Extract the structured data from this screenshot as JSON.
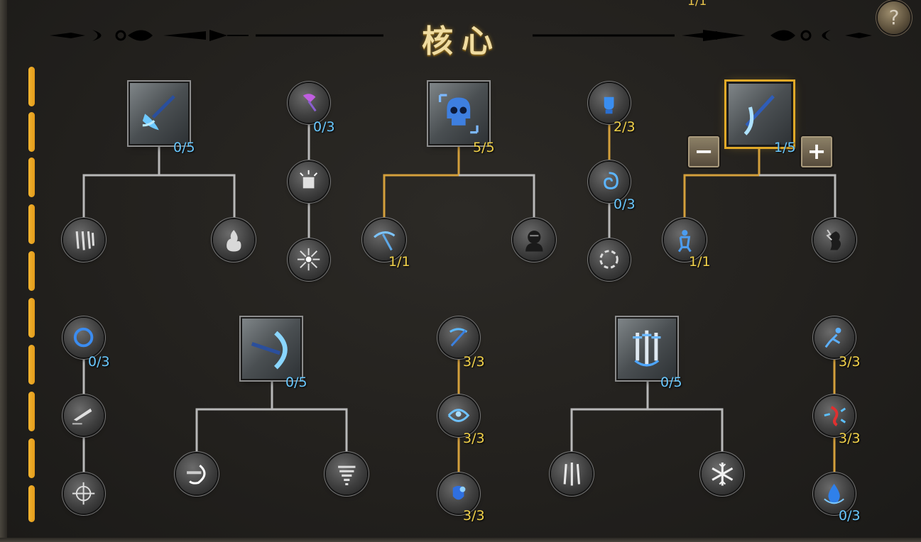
{
  "header": {
    "title": "核心",
    "top_counter": "1/1",
    "help_label": "?"
  },
  "colors": {
    "active_line": "#d4a03c",
    "inactive_line": "#b8b8b8",
    "count_blue": "#69c8ff",
    "count_gold": "#f2d24a",
    "rail": "#f2b430"
  },
  "controls": {
    "minus_label": "−",
    "plus_label": "+"
  },
  "skills": {
    "row1": {
      "blade_wave": {
        "icon": "blue-sword-slash-icon",
        "points": "0/5"
      },
      "arcane_axe": {
        "icon": "purple-axe-icon",
        "points": "0/3"
      },
      "crushing_fist": {
        "icon": "gray-fist-impact-icon"
      },
      "shatter_burst": {
        "icon": "gray-shatter-burst-icon"
      },
      "skull_mark": {
        "icon": "blue-skull-icon",
        "points": "5/5"
      },
      "raised_fist": {
        "icon": "blue-raised-fist-icon",
        "points": "2/3"
      },
      "vortex": {
        "icon": "blue-vortex-icon",
        "points": "0/3"
      },
      "star_ring": {
        "icon": "gray-star-ring-icon"
      },
      "piercing_blade": {
        "icon": "blue-piercing-blade-icon",
        "points": "1/5"
      },
      "claw_rake": {
        "icon": "gray-claw-marks-icon"
      },
      "flame_rise": {
        "icon": "gray-flame-icon"
      },
      "pickaxe": {
        "icon": "blue-pickaxe-icon",
        "points": "1/1"
      },
      "masked_warrior": {
        "icon": "gray-masked-head-icon"
      },
      "blue_warrior": {
        "icon": "blue-warrior-icon",
        "points": "1/1"
      },
      "lightning_figure": {
        "icon": "gray-lightning-figure-icon"
      }
    },
    "row2": {
      "blue_ring": {
        "icon": "blue-ring-icon",
        "points": "0/3"
      },
      "dash_blade": {
        "icon": "gray-dash-blade-icon"
      },
      "crosshair": {
        "icon": "gray-crosshair-icon"
      },
      "sweep_blade": {
        "icon": "blue-sweep-blade-icon",
        "points": "0/5"
      },
      "spin_slash": {
        "icon": "gray-spin-slash-icon"
      },
      "whirlwind": {
        "icon": "gray-whirlwind-icon"
      },
      "crossbow": {
        "icon": "blue-crossbow-icon",
        "points": "3/3"
      },
      "charge_figure": {
        "icon": "blue-charge-figure-icon",
        "points": "3/3"
      },
      "shield_bash": {
        "icon": "blue-shield-bash-icon",
        "points": "3/3"
      },
      "triple_sword": {
        "icon": "blue-triple-sword-icon",
        "points": "0/5"
      },
      "sword_rain": {
        "icon": "gray-sword-rain-icon"
      },
      "snowflake": {
        "icon": "gray-snowflake-icon"
      },
      "leap_figure": {
        "icon": "blue-leaping-figure-icon",
        "points": "3/3"
      },
      "red_burst": {
        "icon": "red-blue-burst-icon",
        "points": "3/3"
      },
      "water_drop": {
        "icon": "blue-water-drop-icon",
        "points": "0/3"
      }
    }
  }
}
